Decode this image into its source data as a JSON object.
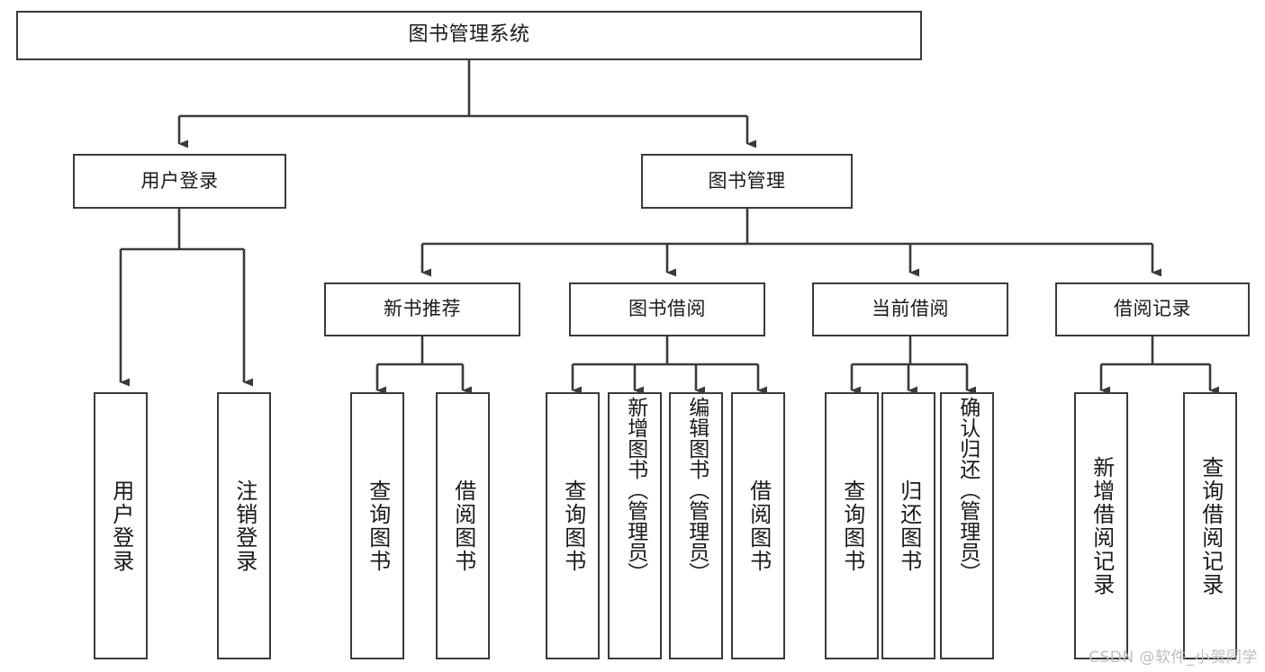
{
  "diagram": {
    "title": "图书管理系统",
    "type": "tree-hierarchy-diagram",
    "colors": {
      "background": "#ffffff",
      "node_border": "#3a3a3a",
      "node_fill": "#ffffff",
      "edge": "#3a3a3a",
      "text": "#1a1a1a",
      "watermark": "#bdbdbd"
    }
  },
  "root": {
    "label": "图书管理系统"
  },
  "level2": [
    {
      "label": "用户登录"
    },
    {
      "label": "图书管理"
    }
  ],
  "level3": [
    {
      "label": "新书推荐"
    },
    {
      "label": "图书借阅"
    },
    {
      "label": "当前借阅"
    },
    {
      "label": "借阅记录"
    }
  ],
  "leaves": {
    "user_login": [
      {
        "label": "用户登录"
      },
      {
        "label": "注销登录"
      }
    ],
    "new_book_recommend": [
      {
        "label": "查询图书"
      },
      {
        "label": "借阅图书"
      }
    ],
    "book_borrow": [
      {
        "label": "查询图书"
      },
      {
        "label": "新增图书（管理员）"
      },
      {
        "label": "编辑图书（管理员）"
      },
      {
        "label": "借阅图书"
      }
    ],
    "current_borrow": [
      {
        "label": "查询图书"
      },
      {
        "label": "归还图书"
      },
      {
        "label": "确认归还（管理员）"
      }
    ],
    "borrow_record": [
      {
        "label": "新增借阅记录"
      },
      {
        "label": "查询借阅记录"
      }
    ]
  },
  "watermark": {
    "text": "CSDN @软件_小贺同学"
  }
}
